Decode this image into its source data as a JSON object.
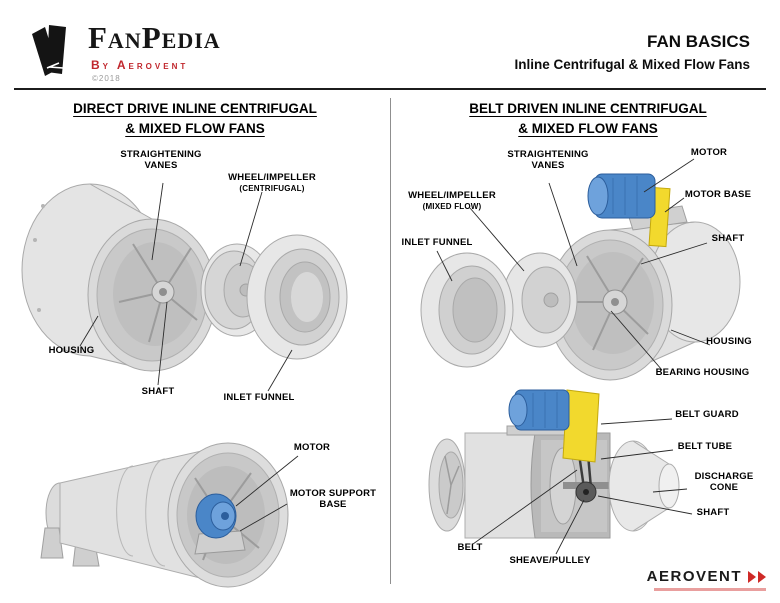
{
  "header": {
    "logo_title": "FanPedia",
    "logo_subtitle": "By Aerovent",
    "logo_copyright": "©2018",
    "doc_title": "FAN BASICS",
    "doc_subtitle": "Inline Centrifugal & Mixed Flow Fans"
  },
  "left_panel": {
    "title_line1": "DIRECT DRIVE INLINE CENTRIFUGAL",
    "title_line2": "& MIXED FLOW FANS",
    "labels": {
      "straightening_vanes": "STRAIGHTENING\nVANES",
      "wheel_impeller": "WHEEL/IMPELLER",
      "wheel_impeller_sub": "(CENTRIFUGAL)",
      "housing": "HOUSING",
      "shaft": "SHAFT",
      "inlet_funnel": "INLET FUNNEL",
      "motor": "MOTOR",
      "motor_support_base": "MOTOR SUPPORT\nBASE"
    }
  },
  "right_panel": {
    "title_line1": "BELT DRIVEN INLINE CENTRIFUGAL",
    "title_line2": "& MIXED FLOW FANS",
    "labels": {
      "straightening_vanes": "STRAIGHTENING\nVANES",
      "motor": "MOTOR",
      "wheel_impeller": "WHEEL/IMPELLER",
      "wheel_impeller_sub": "(MIXED FLOW)",
      "motor_base": "MOTOR BASE",
      "shaft": "SHAFT",
      "inlet_funnel": "INLET FUNNEL",
      "housing": "HOUSING",
      "bearing_housing": "BEARING HOUSING",
      "belt_guard": "BELT GUARD",
      "belt_tube": "BELT TUBE",
      "discharge_cone": "DISCHARGE\nCONE",
      "shaft_bottom": "SHAFT",
      "belt": "BELT",
      "sheave_pulley": "SHEAVE/PULLEY"
    }
  },
  "footer": {
    "brand": "AEROVENT"
  }
}
